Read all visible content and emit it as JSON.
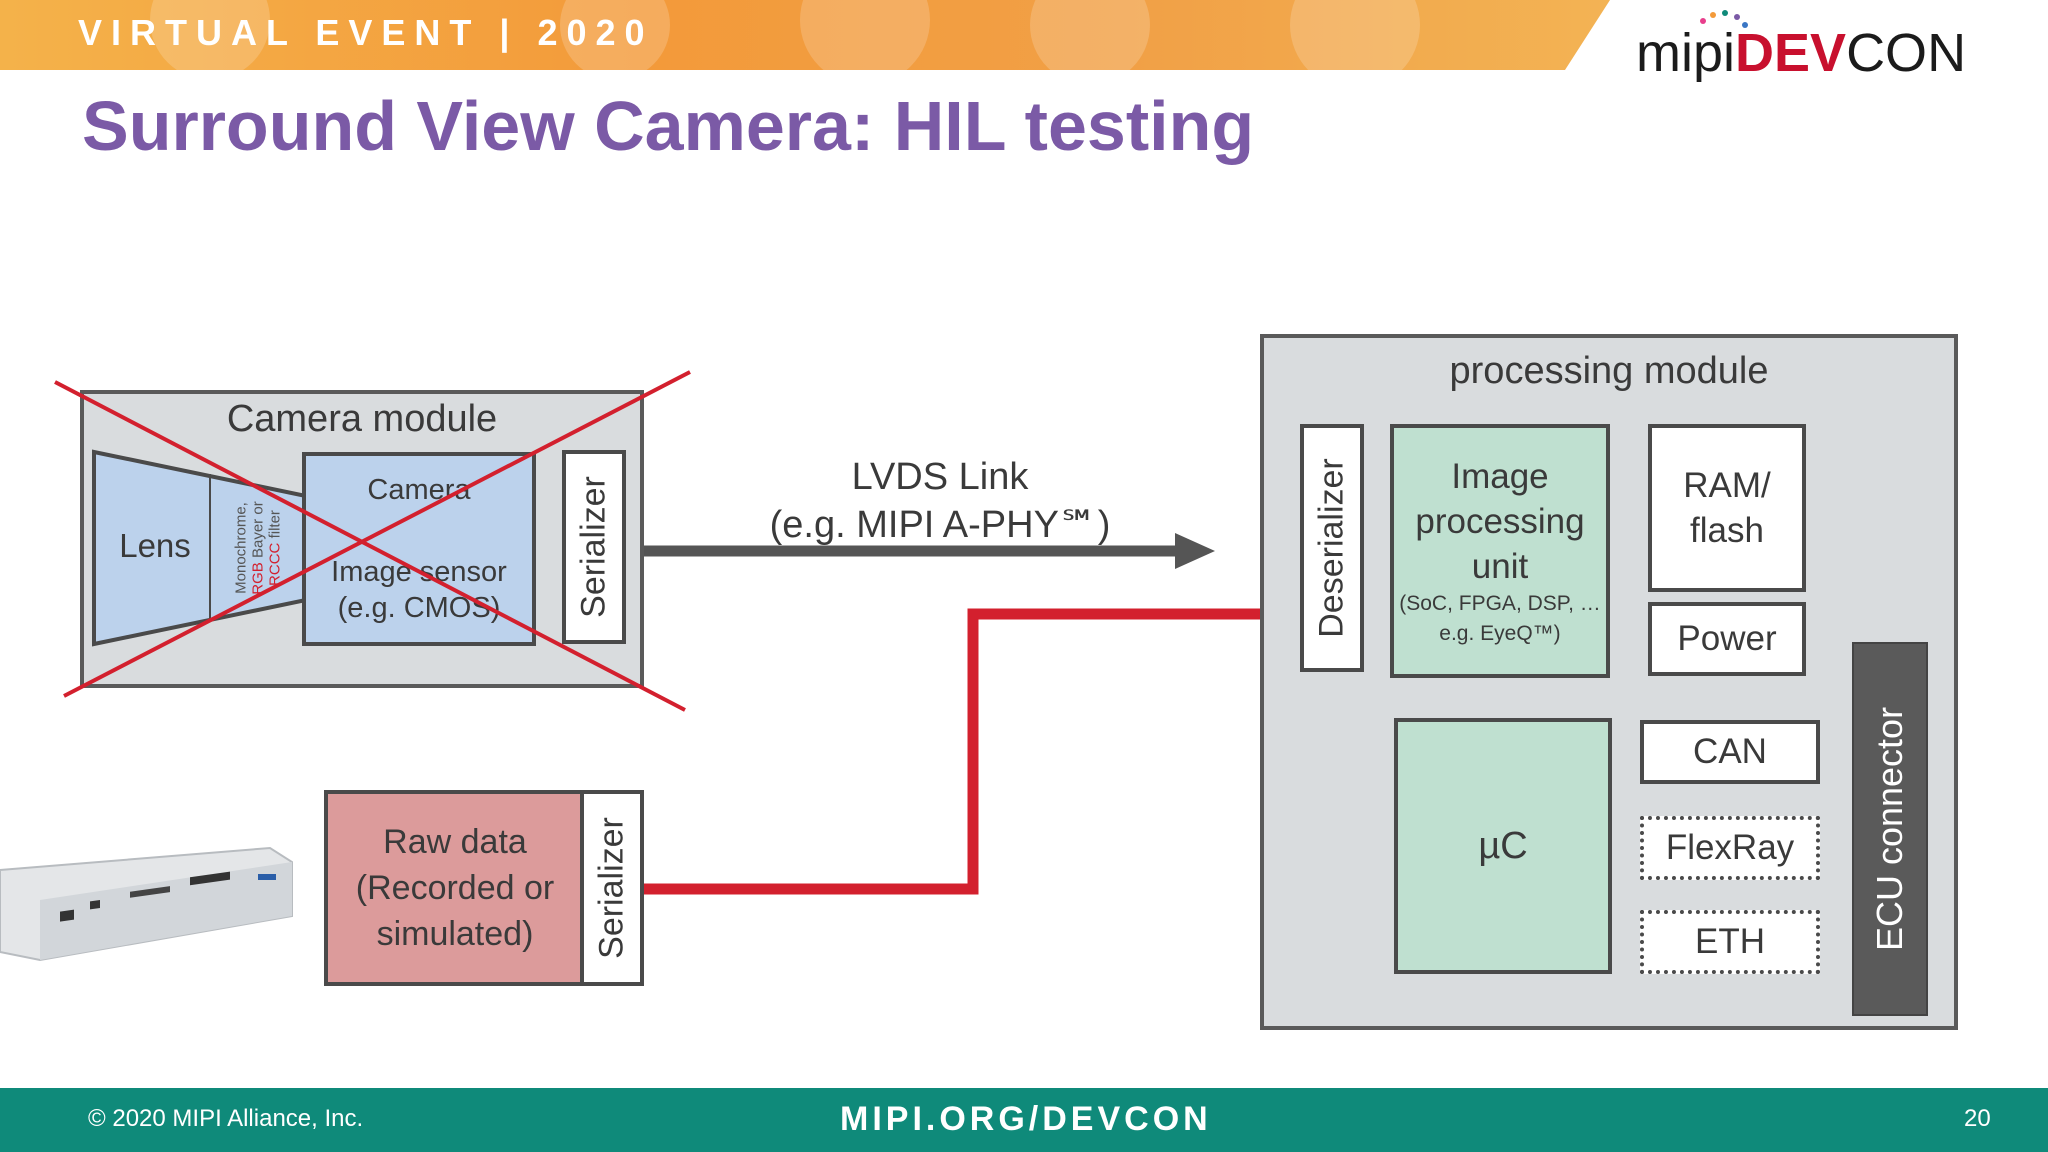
{
  "header": {
    "banner_text": "VIRTUAL EVENT | 2020",
    "logo_mipi": "mipi",
    "logo_devcon_a": "DEV",
    "logo_devcon_b": "CON",
    "banner_color": "#f39a3a"
  },
  "title": "Surround View Camera: HIL testing",
  "camera_module": {
    "label": "Camera module",
    "lens": "Lens",
    "filter_line1": "Monochrome,",
    "filter_line2_rgb": "RGB",
    "filter_line2_rest": " Bayer or",
    "filter_line3_rccc": "RCCC",
    "filter_line3_rest": " filter",
    "camera": "Camera",
    "sensor_line1": "Image sensor",
    "sensor_line2": "(e.g. CMOS)",
    "serializer": "Serializer",
    "crossed_out": true
  },
  "link": {
    "line1": "LVDS Link",
    "line2": "(e.g. MIPI A-PHY℠)"
  },
  "raw_data": {
    "line1": "Raw data",
    "line2": "(Recorded or",
    "line3": "simulated)",
    "serializer": "Serializer"
  },
  "processing_module": {
    "label": "processing module",
    "deserializer": "Deserializer",
    "ipu_line1": "Image",
    "ipu_line2": "processing",
    "ipu_line3": "unit",
    "ipu_sub1": "(SoC, FPGA, DSP, …",
    "ipu_sub2": "e.g. EyeQ™)",
    "ram_line1": "RAM/",
    "ram_line2": "flash",
    "power": "Power",
    "uc": "µC",
    "can": "CAN",
    "flexray": "FlexRay",
    "eth": "ETH",
    "ecu_connector": "ECU connector"
  },
  "colors": {
    "title": "#7b5aa6",
    "red_path": "#d3202e",
    "gray_arrow": "#555555",
    "footer": "#0f8a7a"
  },
  "footer": {
    "copyright": "© 2020 MIPI Alliance, Inc.",
    "url": "MIPI.ORG/DEVCON",
    "page_number": "20"
  }
}
